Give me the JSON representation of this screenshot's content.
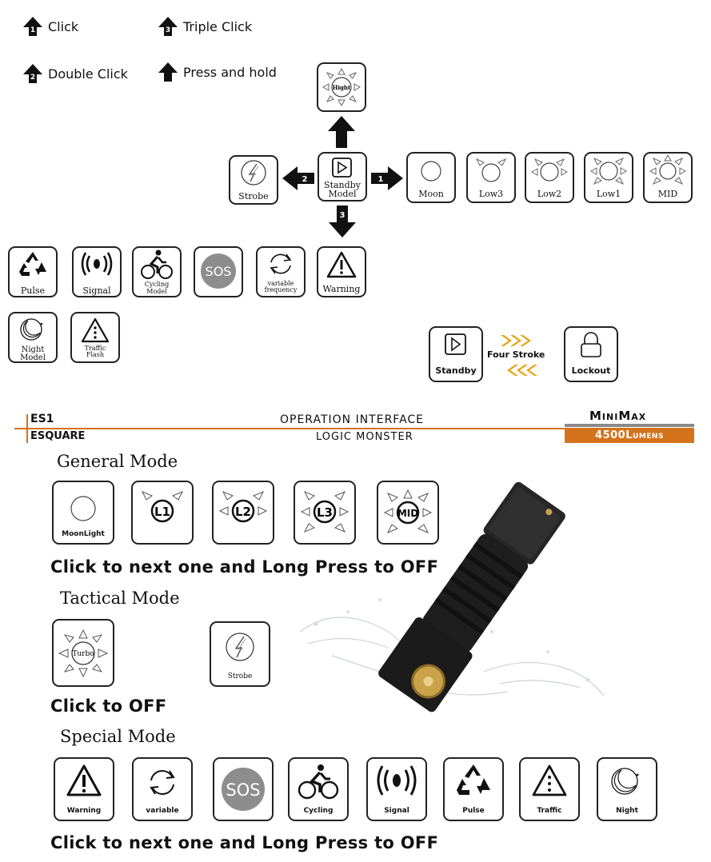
{
  "legend": {
    "click": "Click",
    "double_click": "Double Click",
    "triple_click": "Triple Click",
    "press_hold": "Press and hold",
    "num1": "1",
    "num2": "2",
    "num3": "3"
  },
  "diagram": {
    "high": "Hight",
    "standby_model": [
      "Standby",
      "Model"
    ],
    "strobe": "Strobe",
    "moon": "Moon",
    "low3": "Low3",
    "low2": "Low2",
    "low1": "Low1",
    "mid": "MID",
    "pulse": "Pulse",
    "signal": "Signal",
    "cycling_model": [
      "Cycling",
      "Model"
    ],
    "sos": "SOS",
    "variable_frequency": [
      "variable",
      "frequency"
    ],
    "warning": "Warning",
    "night_model": [
      "Night",
      "Model"
    ],
    "traffic_flash": [
      "Traffic",
      "Flash"
    ],
    "standby": "Standby",
    "four_stroke": "Four Stroke",
    "lockout": "Lockout"
  },
  "header": {
    "model_code": "ES1",
    "brand": "ESQUARE",
    "title_line1": "OPERATION INTERFACE",
    "title_line2": "LOGIC MONSTER",
    "product": "MiniMax",
    "lumens": "4500Lumens"
  },
  "general": {
    "title": "General Mode",
    "moonlight": "MoonLight",
    "l1": "L1",
    "l2": "L2",
    "l3": "L3",
    "mid": "MID",
    "instruction": "Click to next one and Long Press to OFF"
  },
  "tactical": {
    "title": "Tactical Mode",
    "turbo": "Turbo",
    "strobe": "Strobe",
    "instruction": "Click to OFF"
  },
  "special": {
    "title": "Special Mode",
    "warning": "Warning",
    "variable": "variable",
    "sos": "SOS",
    "cycling": "Cycling",
    "signal": "Signal",
    "pulse": "Pulse",
    "traffic": "Traffic",
    "night": "Night",
    "instruction": "Click to next one and Long Press to OFF"
  },
  "colors": {
    "accent": "#d4731c",
    "gold": "#e8a417",
    "sos": "#8d8d8d",
    "bar_gray": "#8a8a8a"
  }
}
